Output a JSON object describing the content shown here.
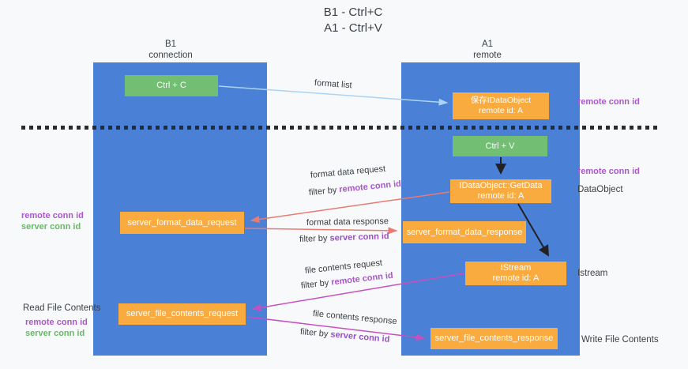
{
  "title": {
    "line1": "B1 - Ctrl+C",
    "line2": "A1 - Ctrl+V"
  },
  "columns": {
    "left": {
      "name": "B1",
      "role": "connection"
    },
    "right": {
      "name": "A1",
      "role": "remote"
    }
  },
  "boxes": {
    "ctrl_c": "Ctrl + C",
    "ctrl_v": "Ctrl + V",
    "save_dataobject": {
      "line1": "保存IDataObject",
      "line2": "remote id: A"
    },
    "getdata": {
      "line1": "IDataObject::GetData",
      "line2": "remote id: A"
    },
    "istream": {
      "line1": "IStream",
      "line2": "remote id: A"
    },
    "server_format_data_request": "server_format_data_request",
    "server_format_data_response": "server_format_data_response",
    "server_file_contents_request": "server_file_contents_request",
    "server_file_contents_response": "server_file_contents_response"
  },
  "labels": {
    "format_list": "format list",
    "format_data_request": "format data request",
    "format_data_response": "format data response",
    "file_contents_request": "file contents request",
    "file_contents_response": "file contents response",
    "filter_by": "filter by ",
    "remote_conn_id": "remote conn id",
    "server_conn_id": "server conn id",
    "read_file_contents": "Read File Contents",
    "write_file_contents": "Write File Contents",
    "dataobject": "DataObject",
    "istream": "Istream"
  },
  "colors": {
    "lifeline_blue": "#4a80d6",
    "box_green": "#72bf74",
    "box_orange": "#f9ab40",
    "arrow_light_blue": "#aad4f2",
    "arrow_salmon": "#e87b72",
    "arrow_magenta": "#c84fc0",
    "arrow_black": "#222222",
    "remote_conn_purple": "#a957cb",
    "server_conn_green": "#68b868",
    "label_dark": "#3b4045",
    "dashed_line": "#2b2b2b"
  }
}
